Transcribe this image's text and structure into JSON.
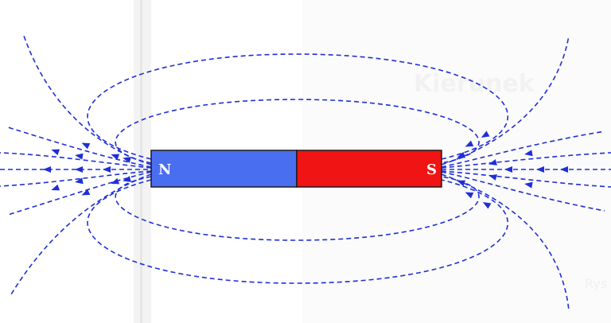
{
  "magnet": {
    "north_label": "N",
    "south_label": "S",
    "north_color": "#4a6ef0",
    "south_color": "#f01414",
    "outline_color": "#1a1a1a"
  },
  "field": {
    "line_color": "#1f2fd6",
    "line_style": "dashed"
  },
  "background": {
    "watermark_title": "Kierunek",
    "watermark_caption": "Rys",
    "page_color": "#ffffff",
    "faint_panel_color": "#f4f4f4"
  }
}
